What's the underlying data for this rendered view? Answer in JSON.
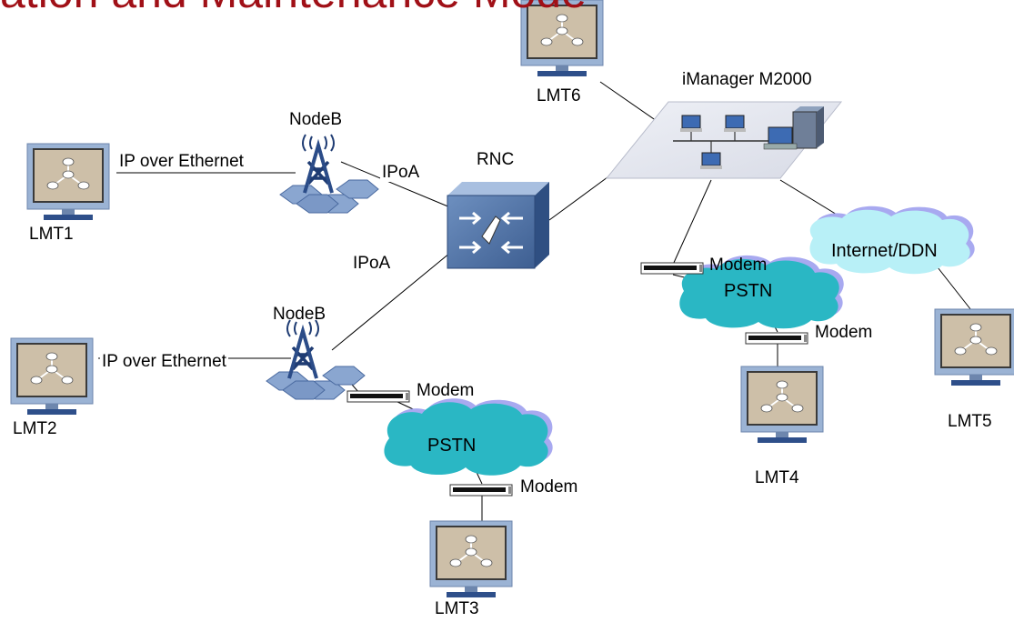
{
  "title": "ation and Maintenance Mode",
  "terminals": {
    "lmt1": "LMT1",
    "lmt2": "LMT2",
    "lmt3": "LMT3",
    "lmt4": "LMT4",
    "lmt5": "LMT5",
    "lmt6": "LMT6"
  },
  "nodes": {
    "nodeb_top": "NodeB",
    "nodeb_bottom": "NodeB",
    "rnc": "RNC",
    "imanager": "iManager M2000"
  },
  "links": {
    "ip_over_ethernet_1": "IP over Ethernet",
    "ip_over_ethernet_2": "IP over Ethernet",
    "ipoa_top": "IPoA",
    "ipoa_bottom": "IPoA"
  },
  "modems": {
    "modem_nodeb": "Modem",
    "modem_lmt3": "Modem",
    "modem_m2000": "Modem",
    "modem_lmt4": "Modem"
  },
  "clouds": {
    "pstn_left": "PSTN",
    "pstn_right": "PSTN",
    "internet": "Internet/DDN"
  },
  "colors": {
    "title": "#a01017",
    "cloud": "#2ab7c4",
    "cloud_shadow": "#a8a9f0",
    "internet_cloud": "#b8f0f7",
    "monitor_frame": "#9bb3d4",
    "monitor_screen": "#cdbfa8",
    "hex": "#8aa6d0"
  }
}
